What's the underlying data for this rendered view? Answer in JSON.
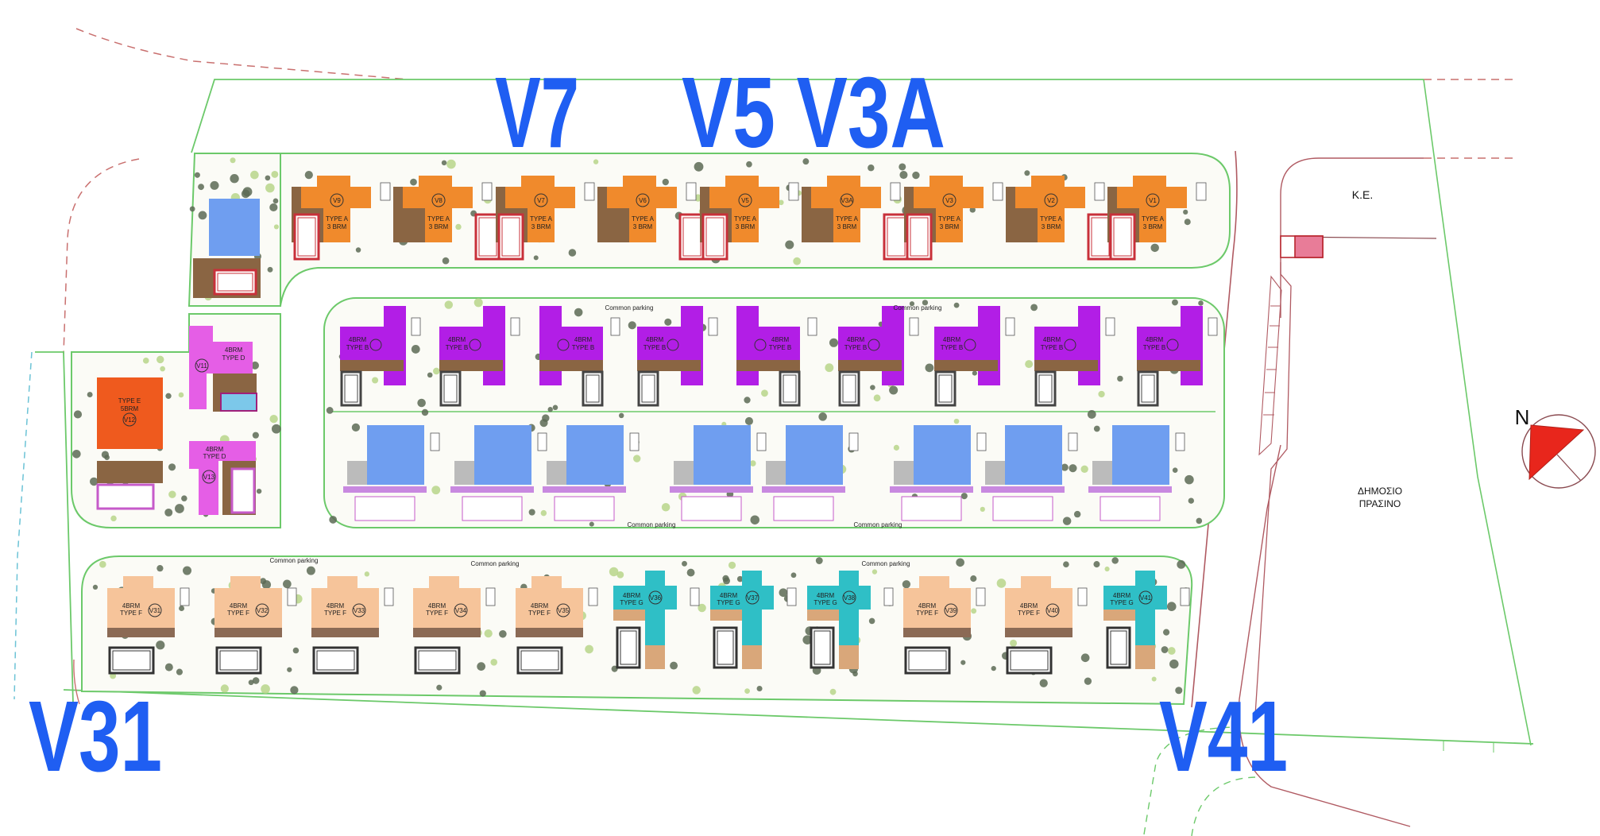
{
  "overlay_labels": {
    "top_left": "V7",
    "top_right": "V5 V3A",
    "bottom_left": "V31",
    "bottom_right": "V41"
  },
  "colors": {
    "overlay_blue": "#1f5ef2",
    "type_a": "#f08a2c",
    "type_b": "#b21ee6",
    "type_c": "#6f9ef0",
    "type_d": "#e55ee6",
    "type_e": "#ef5a1e",
    "type_f": "#f6c49a",
    "type_g": "#2fbfc6",
    "boundary_green": "#6cc96a",
    "road_red": "#b05a62",
    "deck_brown": "#8a6543",
    "pool_red": "#c8303a",
    "tree": "#5c6a55",
    "compass_red": "#e8261c"
  },
  "site_labels": {
    "ke": "K.E.",
    "public_green_line1": "ΔΗΜΟΣΙΟ",
    "public_green_line2": "ΠΡΑΣΙΝΟ",
    "north": "N",
    "common_parking": "Common parking"
  },
  "top_row": [
    {
      "label": "V9",
      "type": "TYPE A",
      "beds": "3 BRM"
    },
    {
      "label": "V8",
      "type": "TYPE A",
      "beds": "3 BRM"
    },
    {
      "label": "V7",
      "type": "TYPE A",
      "beds": "3 BRM"
    },
    {
      "label": "V6",
      "type": "TYPE A",
      "beds": "3 BRM"
    },
    {
      "label": "V5",
      "type": "TYPE A",
      "beds": "3 BRM"
    },
    {
      "label": "V3A",
      "type": "TYPE A",
      "beds": "3 BRM"
    },
    {
      "label": "V3",
      "type": "TYPE A",
      "beds": "3 BRM"
    },
    {
      "label": "V2",
      "type": "TYPE A",
      "beds": "3 BRM"
    },
    {
      "label": "V1",
      "type": "TYPE A",
      "beds": "3 BRM"
    }
  ],
  "middle_upper_row": [
    {
      "type": "TYPE B",
      "beds": "4BRM"
    },
    {
      "type": "TYPE B",
      "beds": "4BRM"
    },
    {
      "type": "TYPE B",
      "beds": "4BRM"
    },
    {
      "type": "TYPE B",
      "beds": "4BRM"
    },
    {
      "type": "TYPE B",
      "beds": "4BRM"
    },
    {
      "type": "TYPE B",
      "beds": "4BRM"
    },
    {
      "type": "TYPE B",
      "beds": "4BRM"
    },
    {
      "type": "TYPE B",
      "beds": "4BRM"
    },
    {
      "type": "TYPE B",
      "beds": "4BRM"
    }
  ],
  "middle_lower_row_count": 8,
  "left_villas": [
    {
      "label": "V11",
      "type": "TYPE D",
      "beds": "4BRM"
    },
    {
      "label": "V12",
      "type": "TYPE E",
      "beds": "5BRM"
    },
    {
      "label": "V13",
      "type": "TYPE D",
      "beds": "4BRM"
    }
  ],
  "bottom_row": [
    {
      "label": "V31",
      "type": "TYPE F",
      "beds": "4BRM"
    },
    {
      "label": "V32",
      "type": "TYPE F",
      "beds": "4BRM"
    },
    {
      "label": "V33",
      "type": "TYPE F",
      "beds": "4BRM"
    },
    {
      "label": "V34",
      "type": "TYPE F",
      "beds": "4BRM"
    },
    {
      "label": "V35",
      "type": "TYPE F",
      "beds": "4BRM"
    },
    {
      "label": "V36",
      "type": "TYPE G",
      "beds": "4BRM"
    },
    {
      "label": "V37",
      "type": "TYPE G",
      "beds": "4BRM"
    },
    {
      "label": "V38",
      "type": "TYPE G",
      "beds": "4BRM"
    },
    {
      "label": "V39",
      "type": "TYPE F",
      "beds": "4BRM"
    },
    {
      "label": "V40",
      "type": "TYPE F",
      "beds": "4BRM"
    },
    {
      "label": "V41",
      "type": "TYPE G",
      "beds": "4BRM"
    }
  ]
}
